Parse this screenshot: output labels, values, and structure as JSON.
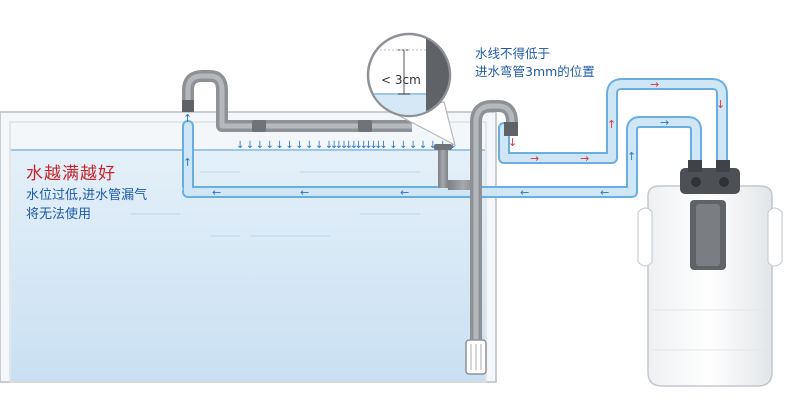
{
  "headline": "水越满越好",
  "subtitle_lines": [
    "水位过低,进水管漏气",
    "将无法使用"
  ],
  "callout_lines": [
    "水线不得低于",
    "进水弯管3mm的位置"
  ],
  "measure_label": "< 3cm",
  "colors": {
    "water": "#d6e7f5",
    "water_line": "#9ec6e8",
    "tank_edge": "#9aa0a6",
    "pipe_gray": "#8e9296",
    "pipe_dark": "#5f6368",
    "hose_blue": "#aad3f1",
    "hose_edge": "#6aaee0",
    "flow_in_arrow": "#d63a3a",
    "flow_out_arrow": "#2b78c8",
    "headline_red": "#c8252b",
    "text_blue": "#1f5aa8"
  },
  "icons": [
    "flow-arrow-icon",
    "filter-canister-icon",
    "intake-strainer-icon",
    "spray-bar-icon"
  ]
}
